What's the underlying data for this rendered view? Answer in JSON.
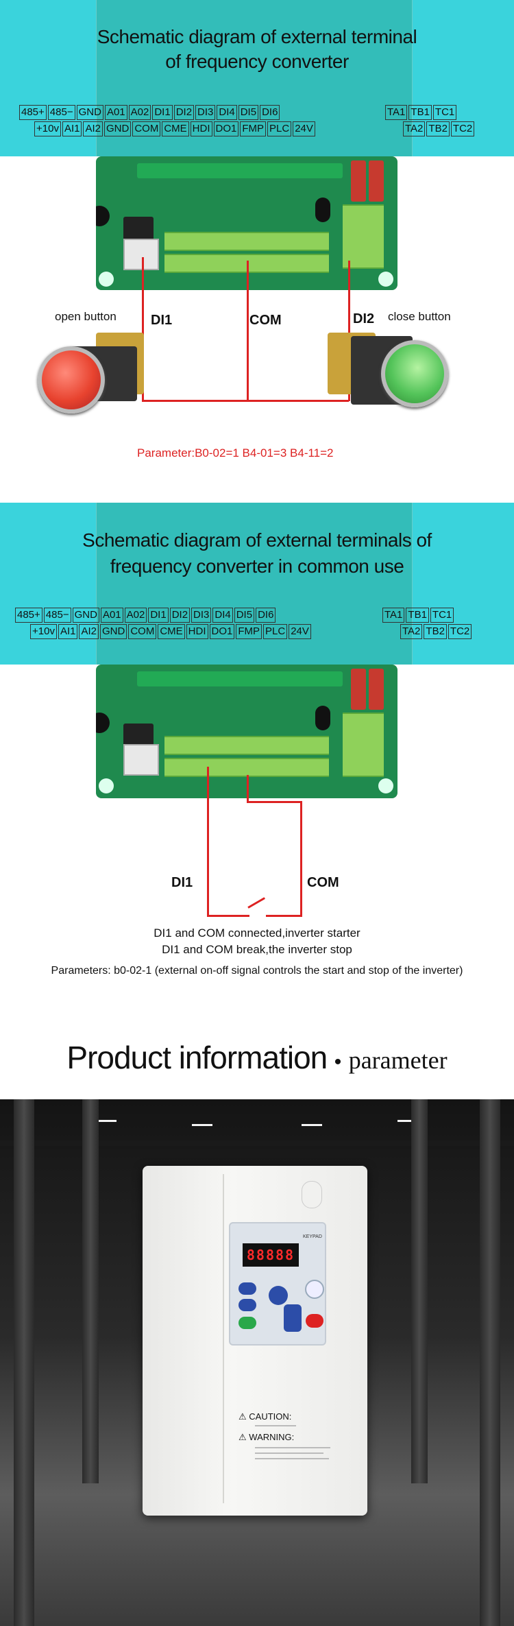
{
  "section1": {
    "title_line1": "Schematic diagram of external terminal",
    "title_line2": "of frequency converter",
    "terminals_top": [
      "485+",
      "485−",
      "GND",
      "A01",
      "A02",
      "DI1",
      "DI2",
      "DI3",
      "DI4",
      "DI5",
      "DI6"
    ],
    "terminals_bottom": [
      "+10v",
      "AI1",
      "AI2",
      "GND",
      "COM",
      "CME",
      "HDI",
      "DO1",
      "FMP",
      "PLC",
      "24V"
    ],
    "relay_top": [
      "TA1",
      "TB1",
      "TC1"
    ],
    "relay_bottom": [
      "TA2",
      "TB2",
      "TC2"
    ],
    "open_button": "open button",
    "close_button": "close button",
    "di1": "DI1",
    "com": "COM",
    "di2": "DI2",
    "parameter": "Parameter:B0-02=1  B4-01=3 B4-11=2"
  },
  "section2": {
    "title_line1": "Schematic diagram of external terminals of",
    "title_line2": "frequency converter in common use",
    "terminals_top": [
      "485+",
      "485−",
      "GND",
      "A01",
      "A02",
      "DI1",
      "DI2",
      "DI3",
      "DI4",
      "DI5",
      "DI6"
    ],
    "terminals_bottom": [
      "+10v",
      "AI1",
      "AI2",
      "GND",
      "COM",
      "CME",
      "HDI",
      "DO1",
      "FMP",
      "PLC",
      "24V"
    ],
    "relay_top": [
      "TA1",
      "TB1",
      "TC1"
    ],
    "relay_bottom": [
      "TA2",
      "TB2",
      "TC2"
    ],
    "di1": "DI1",
    "com": "COM",
    "line1": "DI1 and COM connected,inverter starter",
    "line2": "DI1 and COM break,the inverter stop",
    "parameters": "Parameters: b0-02-1 (external on-off signal controls the start and stop of the inverter)"
  },
  "section3": {
    "heading": "Product information",
    "bullet": "•",
    "subheading": "parameter",
    "display": "88888",
    "brand": "KEYPAD",
    "caution": "CAUTION:",
    "warning": "WARNING:"
  },
  "colors": {
    "cyan": "#3ad3dc",
    "wire": "#dd2222",
    "pcb": "#1f8a4e"
  }
}
